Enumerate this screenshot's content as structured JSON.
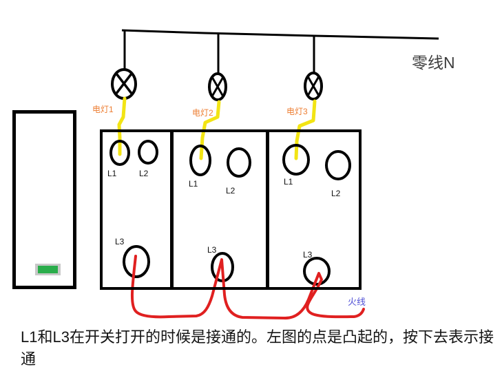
{
  "diagram": {
    "neutral_label": "零线N",
    "live_label": "火线",
    "caption": "L1和L3在开关打开的时候是接通的。左图的点是凸起的，按下去表示接通",
    "lamp_labels": [
      "电灯1",
      "电灯2",
      "电灯3"
    ],
    "switches": [
      {
        "l1": "L1",
        "l2": "L2",
        "l3": "L3"
      },
      {
        "l1": "L1",
        "l2": "L2",
        "l3": "L3"
      },
      {
        "l1": "L1",
        "l2": "L2",
        "l3": "L3"
      }
    ],
    "colors": {
      "lamp_wire_yellow": "#f2e414",
      "live_wire_red": "#e02020",
      "lamp_label_orange": "#ed7d31",
      "live_label_blue": "#5353d6",
      "neutral_label_gray": "#3c3c3c",
      "indicator_green": "#2aad4b",
      "indicator_frame_gray": "#c8c8c8",
      "outline_black": "#000000"
    }
  }
}
